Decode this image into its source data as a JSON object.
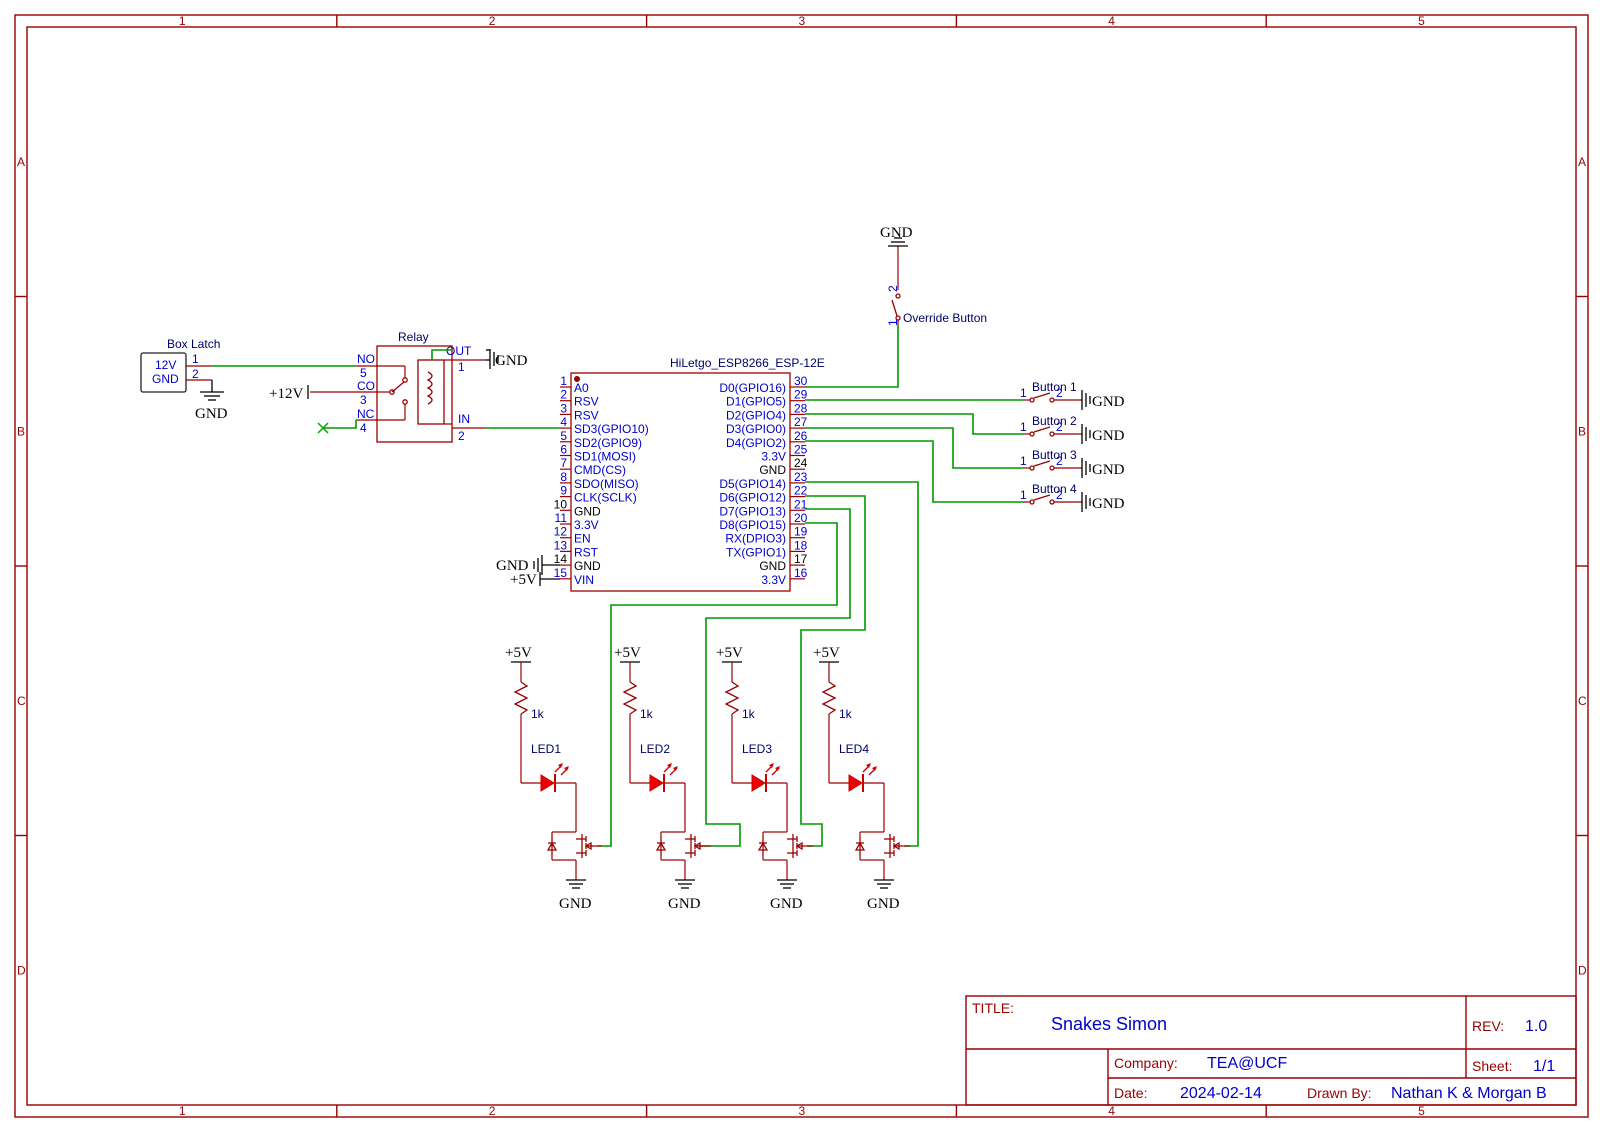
{
  "frame": {
    "columns": [
      "1",
      "2",
      "3",
      "4",
      "5"
    ],
    "rows": [
      "A",
      "B",
      "C",
      "D"
    ]
  },
  "title_block": {
    "title_label": "TITLE:",
    "title_value": "Snakes Simon",
    "rev_label": "REV:",
    "rev_value": "1.0",
    "company_label": "Company:",
    "company_value": "TEA@UCF",
    "sheet_label": "Sheet:",
    "sheet_value": "1/1",
    "date_label": "Date:",
    "date_value": "2024-02-14",
    "drawn_label": "Drawn By:",
    "drawn_value": "Nathan K & Morgan B"
  },
  "box_latch": {
    "name": "Box Latch",
    "pin_labels": [
      "12V",
      "GND"
    ],
    "pin_numbers": [
      "1",
      "2"
    ]
  },
  "relay": {
    "name": "Relay",
    "left_pins": [
      {
        "label": "NO",
        "num": "5"
      },
      {
        "label": "CO",
        "num": "3"
      },
      {
        "label": "NC",
        "num": "4"
      }
    ],
    "right_pins": [
      {
        "label": "OUT",
        "num": "1"
      },
      {
        "label": "IN",
        "num": "2"
      }
    ]
  },
  "mcu": {
    "name": "HiLetgo_ESP8266_ESP-12E",
    "left_pins": [
      {
        "num": "1",
        "label": "A0"
      },
      {
        "num": "2",
        "label": "RSV"
      },
      {
        "num": "3",
        "label": "RSV"
      },
      {
        "num": "4",
        "label": "SD3(GPIO10)"
      },
      {
        "num": "5",
        "label": "SD2(GPIO9)"
      },
      {
        "num": "6",
        "label": "SD1(MOSI)"
      },
      {
        "num": "7",
        "label": "CMD(CS)"
      },
      {
        "num": "8",
        "label": "SDO(MISO)"
      },
      {
        "num": "9",
        "label": "CLK(SCLK)"
      },
      {
        "num": "10",
        "label": "GND"
      },
      {
        "num": "11",
        "label": "3.3V"
      },
      {
        "num": "12",
        "label": "EN"
      },
      {
        "num": "13",
        "label": "RST"
      },
      {
        "num": "14",
        "label": "GND"
      },
      {
        "num": "15",
        "label": "VIN"
      }
    ],
    "right_pins": [
      {
        "num": "30",
        "label": "D0(GPIO16)"
      },
      {
        "num": "29",
        "label": "D1(GPIO5)"
      },
      {
        "num": "28",
        "label": "D2(GPIO4)"
      },
      {
        "num": "27",
        "label": "D3(GPIO0)"
      },
      {
        "num": "26",
        "label": "D4(GPIO2)"
      },
      {
        "num": "25",
        "label": "3.3V"
      },
      {
        "num": "24",
        "label": "GND"
      },
      {
        "num": "23",
        "label": "D5(GPIO14)"
      },
      {
        "num": "22",
        "label": "D6(GPIO12)"
      },
      {
        "num": "21",
        "label": "D7(GPIO13)"
      },
      {
        "num": "20",
        "label": "D8(GPIO15)"
      },
      {
        "num": "19",
        "label": "RX(DPIO3)"
      },
      {
        "num": "18",
        "label": "TX(GPIO1)"
      },
      {
        "num": "17",
        "label": "GND"
      },
      {
        "num": "16",
        "label": "3.3V"
      }
    ]
  },
  "override": {
    "name": "Override Button",
    "pin1": "1",
    "pin2": "2"
  },
  "buttons": [
    {
      "name": "Button 1",
      "pin1": "1",
      "pin2": "2"
    },
    {
      "name": "Button 2",
      "pin1": "1",
      "pin2": "2"
    },
    {
      "name": "Button 3",
      "pin1": "1",
      "pin2": "2"
    },
    {
      "name": "Button 4",
      "pin1": "1",
      "pin2": "2"
    }
  ],
  "leds": [
    {
      "name": "LED1",
      "resistor": "1k"
    },
    {
      "name": "LED2",
      "resistor": "1k"
    },
    {
      "name": "LED3",
      "resistor": "1k"
    },
    {
      "name": "LED4",
      "resistor": "1k"
    }
  ],
  "power": {
    "gnd": "GND",
    "plus5": "+5V",
    "plus12": "+12V"
  }
}
